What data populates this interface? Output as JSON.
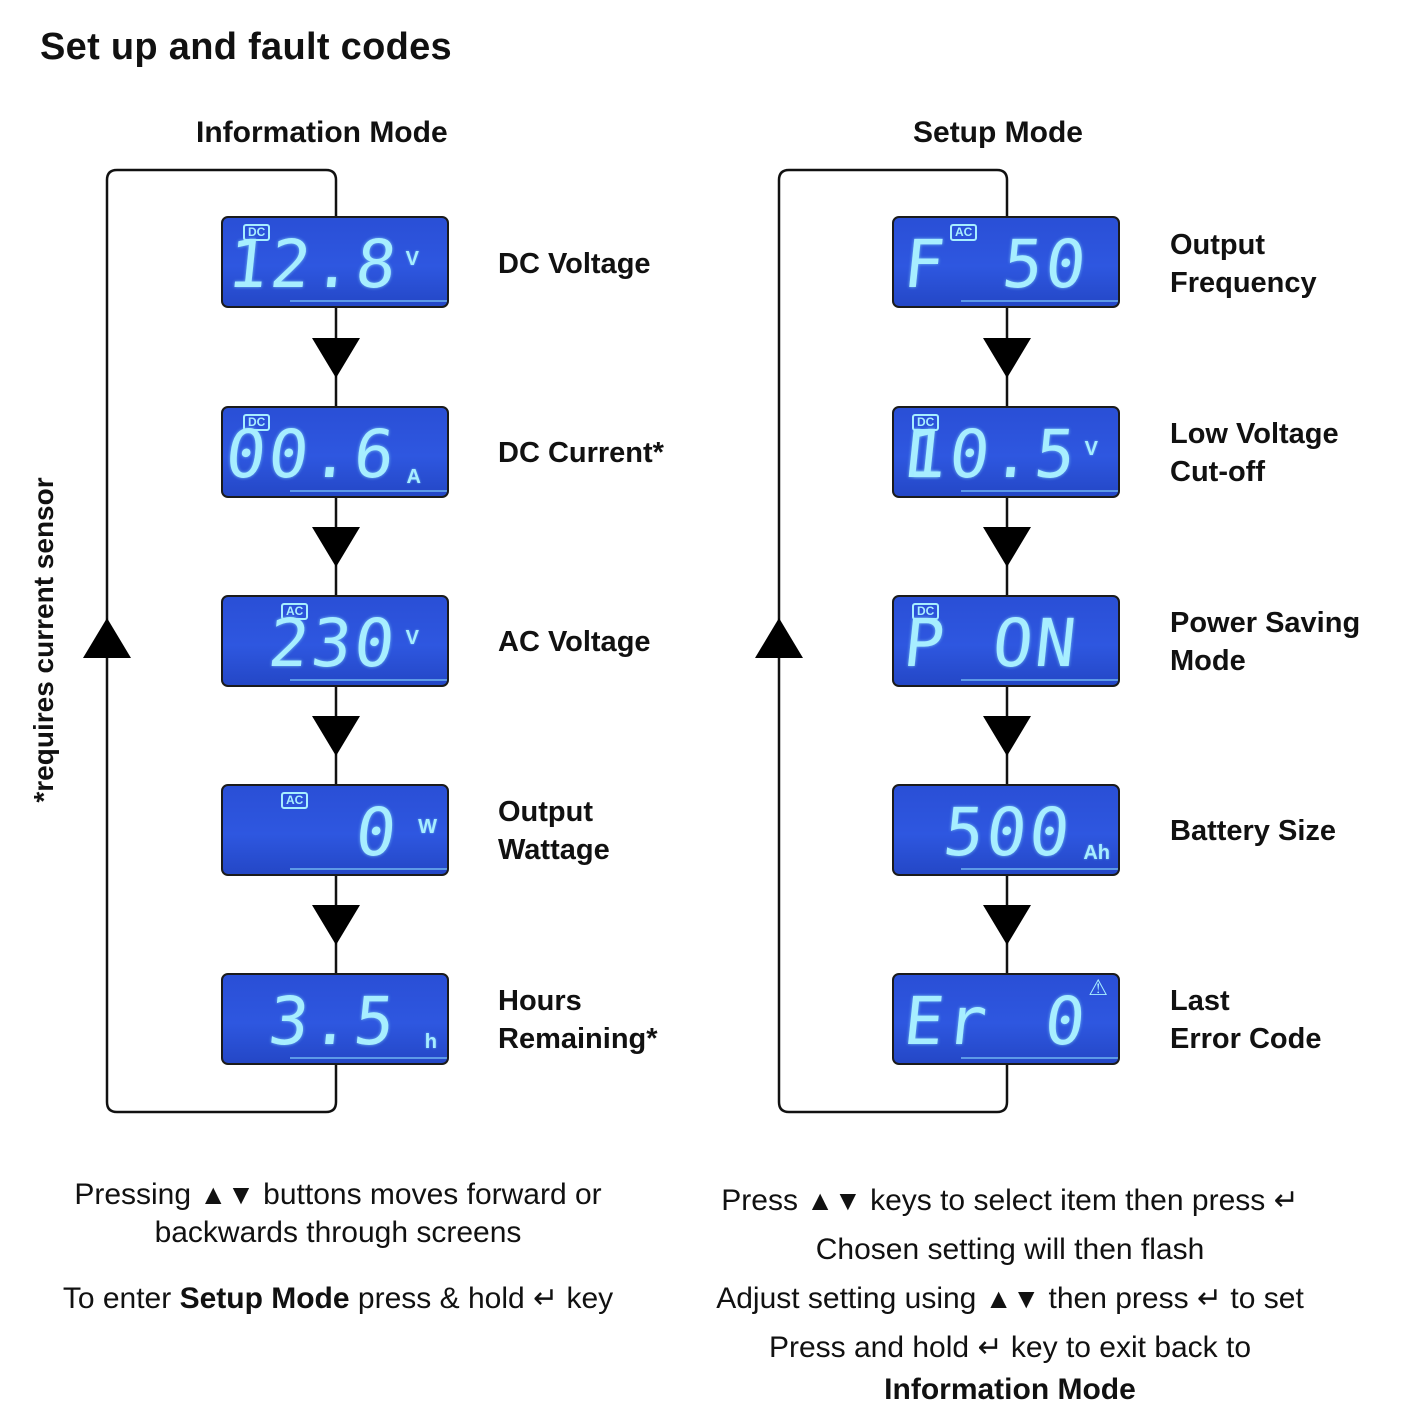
{
  "page_title": "Set up and fault codes",
  "info_mode": {
    "title": "Information Mode",
    "screens": [
      {
        "icon": "DC",
        "value": "12.8",
        "unit": "V",
        "label_lines": [
          "DC Voltage"
        ]
      },
      {
        "icon": "DC",
        "value": "00.6",
        "unit": "A",
        "label_lines": [
          "DC Current*"
        ]
      },
      {
        "icon": "AC",
        "value": "230",
        "unit": "V",
        "label_lines": [
          "AC Voltage"
        ]
      },
      {
        "icon": "AC",
        "value": "0",
        "unit": "W",
        "label_lines": [
          "Output",
          "Wattage"
        ]
      },
      {
        "icon": "",
        "value": "3.5",
        "unit": "h",
        "label_lines": [
          "Hours",
          "Remaining*"
        ]
      }
    ],
    "side_note": "*requires current sensor"
  },
  "setup_mode": {
    "title": "Setup Mode",
    "screens": [
      {
        "icon": "AC",
        "prefix": "F",
        "value": "50",
        "unit": "",
        "label_lines": [
          "Output",
          "Frequency"
        ]
      },
      {
        "icon": "DC",
        "prefix": "L",
        "value": "10.5",
        "unit": "V",
        "label_lines": [
          "Low Voltage",
          "Cut-off"
        ]
      },
      {
        "icon": "DC",
        "prefix": "P",
        "value": "ON",
        "unit": "",
        "label_lines": [
          "Power Saving",
          "Mode"
        ]
      },
      {
        "icon": "",
        "prefix": "",
        "value": "500",
        "unit": "Ah",
        "label_lines": [
          "Battery Size"
        ]
      },
      {
        "icon": "warning",
        "prefix": "Er",
        "value": "0",
        "unit": "",
        "label_lines": [
          "Last",
          "Error Code"
        ]
      }
    ]
  },
  "instructions_left": {
    "line1_a": "Pressing",
    "line1_b": "buttons moves forward or",
    "line2": "backwards through screens",
    "line3_a": "To enter",
    "line3_bold": "Setup Mode",
    "line3_b": "press & hold",
    "line3_c": "key"
  },
  "instructions_right": {
    "line1_a": "Press",
    "line1_b": "keys to select item then press",
    "line2": "Chosen setting will then flash",
    "line3_a": "Adjust setting using",
    "line3_b": "then press",
    "line3_c": "to set",
    "line4_a": "Press and hold",
    "line4_b": "key to exit back to",
    "line5_bold": "Information Mode"
  },
  "glyphs": {
    "up_down": "▲▼",
    "enter": "↵"
  },
  "colors": {
    "lcd_background": "#2e57e0",
    "lcd_segment": "#a7eeff",
    "line": "#111111"
  }
}
